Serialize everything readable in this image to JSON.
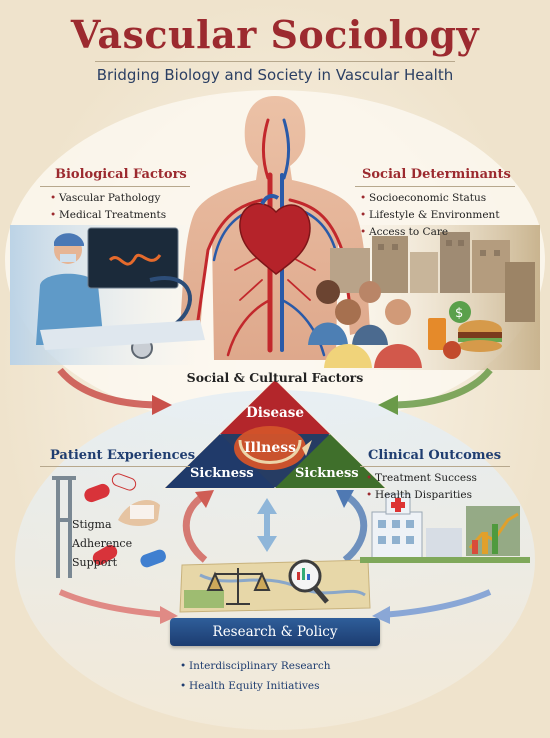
{
  "header": {
    "title": "Vascular Sociology",
    "subtitle": "Bridging Biology and Society in Vascular Health"
  },
  "biological": {
    "title": "Biological Factors",
    "items": [
      "Vascular Pathology",
      "Medical Treatments"
    ]
  },
  "social": {
    "title": "Social Determinants",
    "items": [
      "Socioeconomic Status",
      "Lifestyle & Environment",
      "Access to Care"
    ]
  },
  "center": {
    "label": "Social & Cultural Factors",
    "disease": "Disease",
    "illness": "Illness",
    "sickness_left": "Sickness",
    "sickness_right": "Sickness"
  },
  "patient": {
    "title": "Patient Experiences",
    "items": [
      "Stigma",
      "Adherence",
      "Support"
    ]
  },
  "clinical": {
    "title": "Clinical Outcomes",
    "items": [
      "Treatment Success",
      "Health Disparities"
    ]
  },
  "research": {
    "title": "Research & Policy",
    "items": [
      "Interdisciplinary Research",
      "Health Equity Initiatives"
    ]
  },
  "colors": {
    "title_red": "#9c2a2f",
    "navy": "#1f3d70",
    "green": "#2f6b2e",
    "artery_red": "#c2282c",
    "vein_blue": "#2a5aa8"
  }
}
